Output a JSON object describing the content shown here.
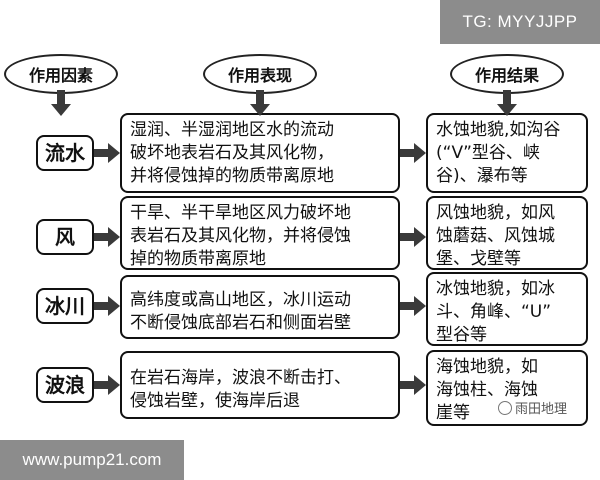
{
  "watermarks": {
    "top": "TG: MYYJJPP",
    "bottom": "www.pump21.com",
    "logo": "雨田地理"
  },
  "headers": {
    "factor": "作用因素",
    "performance": "作用表现",
    "result": "作用结果"
  },
  "rows": [
    {
      "factor": "流水",
      "desc": [
        "湿润、半湿润地区水的流动",
        "破坏地表岩石及其风化物，",
        "并将侵蚀掉的物质带离原地"
      ],
      "result": [
        "水蚀地貌,如沟谷",
        "(“V”型谷、峡",
        "谷)、瀑布等"
      ]
    },
    {
      "factor": "风",
      "desc": [
        "干旱、半干旱地区风力破坏地",
        "表岩石及其风化物，并将侵蚀",
        "掉的物质带离原地"
      ],
      "result": [
        "风蚀地貌，如风",
        "蚀蘑菇、风蚀城",
        "堡、戈壁等"
      ]
    },
    {
      "factor": "冰川",
      "desc": [
        "高纬度或高山地区，冰川运动",
        "不断侵蚀底部岩石和侧面岩壁"
      ],
      "result": [
        "冰蚀地貌，如冰",
        "斗、角峰、“U”",
        "型谷等"
      ]
    },
    {
      "factor": "波浪",
      "desc": [
        "在岩石海岸，波浪不断击打、",
        "侵蚀岩壁，使海岸后退"
      ],
      "result": [
        "海蚀地貌，如",
        "海蚀柱、海蚀",
        "崖等"
      ]
    }
  ]
}
